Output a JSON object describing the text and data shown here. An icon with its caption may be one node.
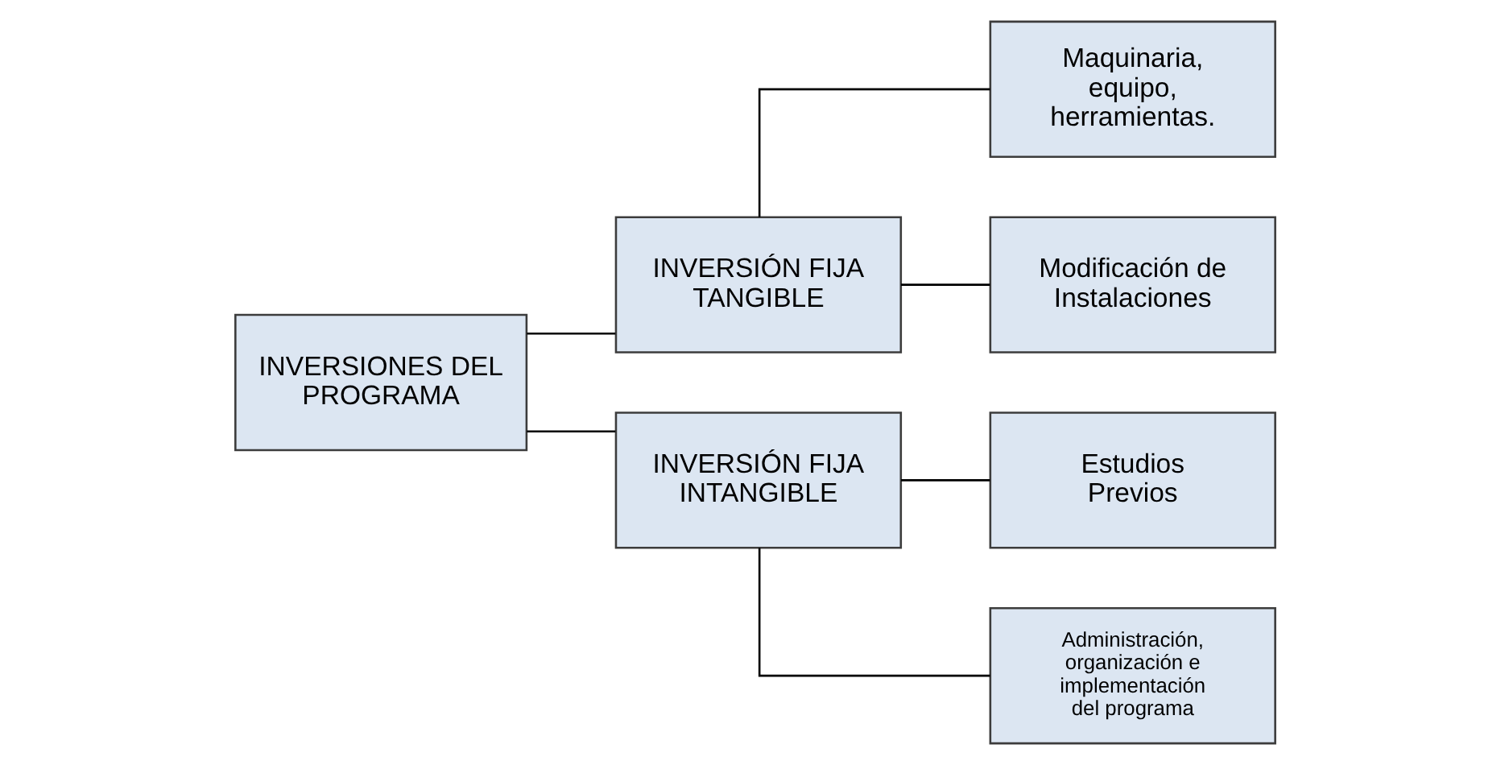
{
  "diagram": {
    "nodes": [
      {
        "text": [
          "INVERSIONES DEL PROGRAMA"
        ]
      },
      {
        "text": [
          "INVERSIÓN FIJA TANGIBLE"
        ]
      },
      {
        "text": [
          "Maquinaria, equipo, herramientas."
        ]
      },
      {
        "text": [
          "Modificación de Instalaciones"
        ]
      },
      {
        "text": [
          "INVERSIÓN FIJA INTANGIBLE"
        ]
      },
      {
        "text": [
          "Estudios Previos"
        ]
      },
      {
        "text": [
          "Administración, organización e implementación del programa"
        ]
      }
    ],
    "edges": [
      {
        "from": 0,
        "to": 1,
        "arrow": "none"
      },
      {
        "from": 0,
        "to": 4,
        "arrow": "none"
      },
      {
        "from": 1,
        "to": 2,
        "arrow": "none"
      },
      {
        "from": 1,
        "to": 3,
        "arrow": "none"
      },
      {
        "from": 4,
        "to": 5,
        "arrow": "none"
      },
      {
        "from": 4,
        "to": 6,
        "arrow": "none"
      }
    ]
  }
}
